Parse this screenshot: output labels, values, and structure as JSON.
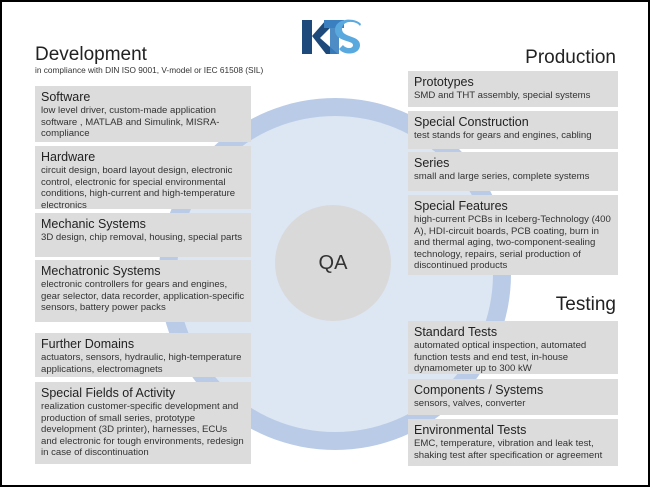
{
  "logo": "KTS",
  "center_label": "QA",
  "development": {
    "title": "Development",
    "subtitle": "in compliance with DIN ISO 9001, V-model or IEC 61508 (SIL)",
    "items": [
      {
        "title": "Software",
        "text": "low level driver, custom-made application software , MATLAB and Simulink, MISRA-compliance"
      },
      {
        "title": "Hardware",
        "text": "circuit design, board layout design, electronic control, electronic for special environmental conditions, high-current and high-temperature electronics"
      },
      {
        "title": "Mechanic Systems",
        "text": "3D design, chip removal, housing, special parts"
      },
      {
        "title": "Mechatronic Systems",
        "text": "electronic controllers for gears and engines, gear selector, data recorder, application-specific sensors, battery power packs"
      },
      {
        "title": "Further Domains",
        "text": "actuators, sensors, hydraulic, high-temperature applications, electromagnets"
      },
      {
        "title": "Special Fields of Activity",
        "text": "realization customer-specific development and production of small series, prototype development (3D printer), harnesses, ECUs and electronic for tough environments, redesign in case of discontinuation"
      }
    ]
  },
  "production": {
    "title": "Production",
    "items": [
      {
        "title": "Prototypes",
        "text": "SMD and THT assembly, special systems"
      },
      {
        "title": "Special Construction",
        "text": "test stands for gears and engines, cabling"
      },
      {
        "title": "Series",
        "text": "small and large series, complete systems"
      },
      {
        "title": "Special Features",
        "text": "high-current PCBs in Iceberg-Technology (400 A), HDI-circuit boards, PCB coating, burn in and thermal aging, two-component-sealing technology, repairs, serial production of discontinued products"
      }
    ]
  },
  "testing": {
    "title": "Testing",
    "items": [
      {
        "title": "Standard Tests",
        "text": "automated optical inspection, automated function tests and end test, in-house dynamometer up to 300 kW"
      },
      {
        "title": "Components / Systems",
        "text": "sensors, valves, converter"
      },
      {
        "title": "Environmental Tests",
        "text": "EMC, temperature, vibration and leak test, shaking test after specification or agreement"
      }
    ]
  },
  "colors": {
    "dark_blue": "#1d4a7a",
    "mid_blue": "#3b7fc0",
    "light_blue": "#5aa9de",
    "ring": "#b9cbe6",
    "box": "#dcdcdc"
  }
}
